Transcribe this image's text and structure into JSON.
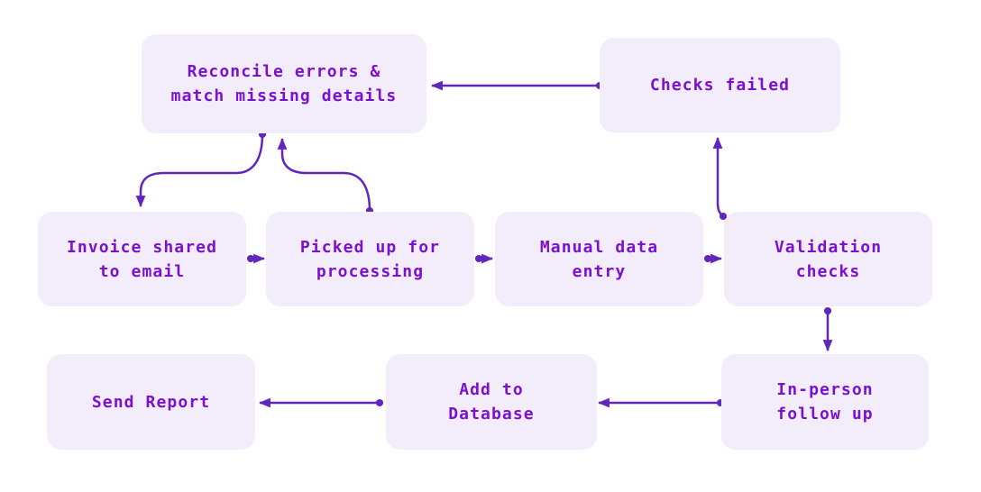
{
  "colors": {
    "background": "#ffffff",
    "node_fill": "#f3ecfb",
    "node_text": "#7b10cf",
    "arrow": "#6326bd"
  },
  "diagram": {
    "type": "flowchart",
    "nodes": {
      "reconcile": {
        "id": "reconcile",
        "lines": [
          "Reconcile errors &",
          "match missing details"
        ]
      },
      "checks_failed": {
        "id": "checks_failed",
        "lines": [
          "Checks failed"
        ]
      },
      "invoice": {
        "id": "invoice",
        "lines": [
          "Invoice shared",
          "to email"
        ]
      },
      "picked": {
        "id": "picked",
        "lines": [
          "Picked up for",
          "processing"
        ]
      },
      "manual": {
        "id": "manual",
        "lines": [
          "Manual data",
          "entry"
        ]
      },
      "validation": {
        "id": "validation",
        "lines": [
          "Validation",
          "checks"
        ]
      },
      "send_report": {
        "id": "send_report",
        "lines": [
          "Send Report"
        ]
      },
      "add_db": {
        "id": "add_db",
        "lines": [
          "Add to",
          "Database"
        ]
      },
      "in_person": {
        "id": "in_person",
        "lines": [
          "In-person",
          "follow up"
        ]
      }
    },
    "edges": [
      {
        "from": "checks_failed",
        "to": "reconcile"
      },
      {
        "from": "reconcile",
        "to": "invoice"
      },
      {
        "from": "invoice",
        "to": "picked"
      },
      {
        "from": "picked",
        "to": "reconcile"
      },
      {
        "from": "picked",
        "to": "manual"
      },
      {
        "from": "manual",
        "to": "validation"
      },
      {
        "from": "validation",
        "to": "checks_failed"
      },
      {
        "from": "validation",
        "to": "in_person"
      },
      {
        "from": "in_person",
        "to": "add_db"
      },
      {
        "from": "add_db",
        "to": "send_report"
      }
    ]
  }
}
